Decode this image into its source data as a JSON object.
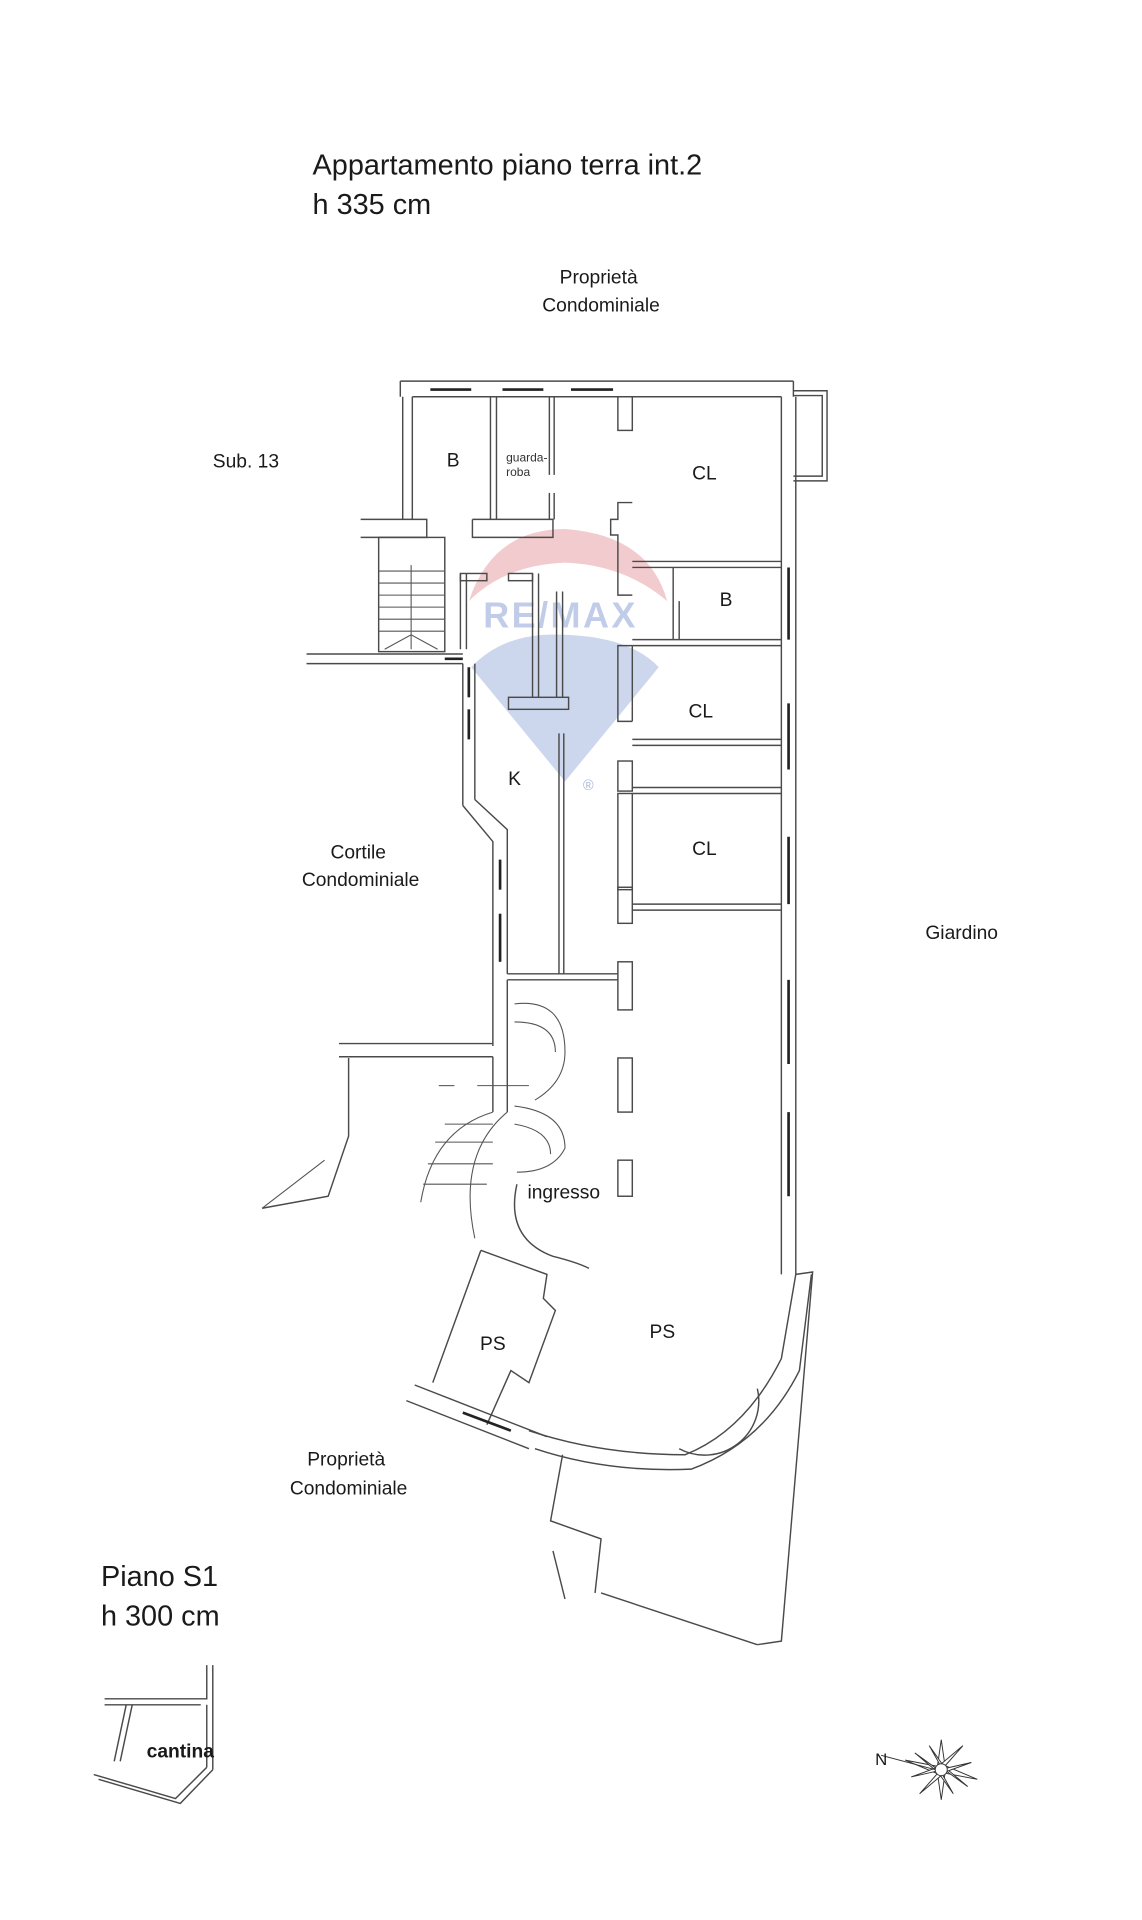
{
  "drawing": {
    "title_line1": "Appartamento piano terra int.2",
    "title_line2": "h 335 cm",
    "basement_title_line1": "Piano S1",
    "basement_title_line2": "h 300 cm"
  },
  "surroundings": {
    "north_top_line1": "Proprietà",
    "north_top_line2": "Condominiale",
    "west_sub": "Sub. 13",
    "courtyard_line1": "Cortile",
    "courtyard_line2": "Condominiale",
    "east_garden": "Giardino",
    "south_line1": "Proprietà",
    "south_line2": "Condominiale"
  },
  "rooms": [
    {
      "id": "bath-1",
      "label": "B"
    },
    {
      "id": "wardrobe",
      "label_line1": "guarda-",
      "label_line2": "roba"
    },
    {
      "id": "bedroom-1",
      "label": "CL"
    },
    {
      "id": "bath-2",
      "label": "B"
    },
    {
      "id": "bedroom-2",
      "label": "CL"
    },
    {
      "id": "kitchen",
      "label": "K"
    },
    {
      "id": "bedroom-3",
      "label": "CL"
    },
    {
      "id": "entrance",
      "label": "ingresso"
    },
    {
      "id": "living-small",
      "label": "PS"
    },
    {
      "id": "living-large",
      "label": "PS"
    },
    {
      "id": "cellar",
      "label": "cantina"
    }
  ],
  "compass": {
    "north_label": "N"
  },
  "watermark": {
    "brand": "RE/MAX",
    "registered": "®",
    "colors": {
      "red": "#e8a0a8",
      "blue": "#8fa6d6"
    }
  }
}
